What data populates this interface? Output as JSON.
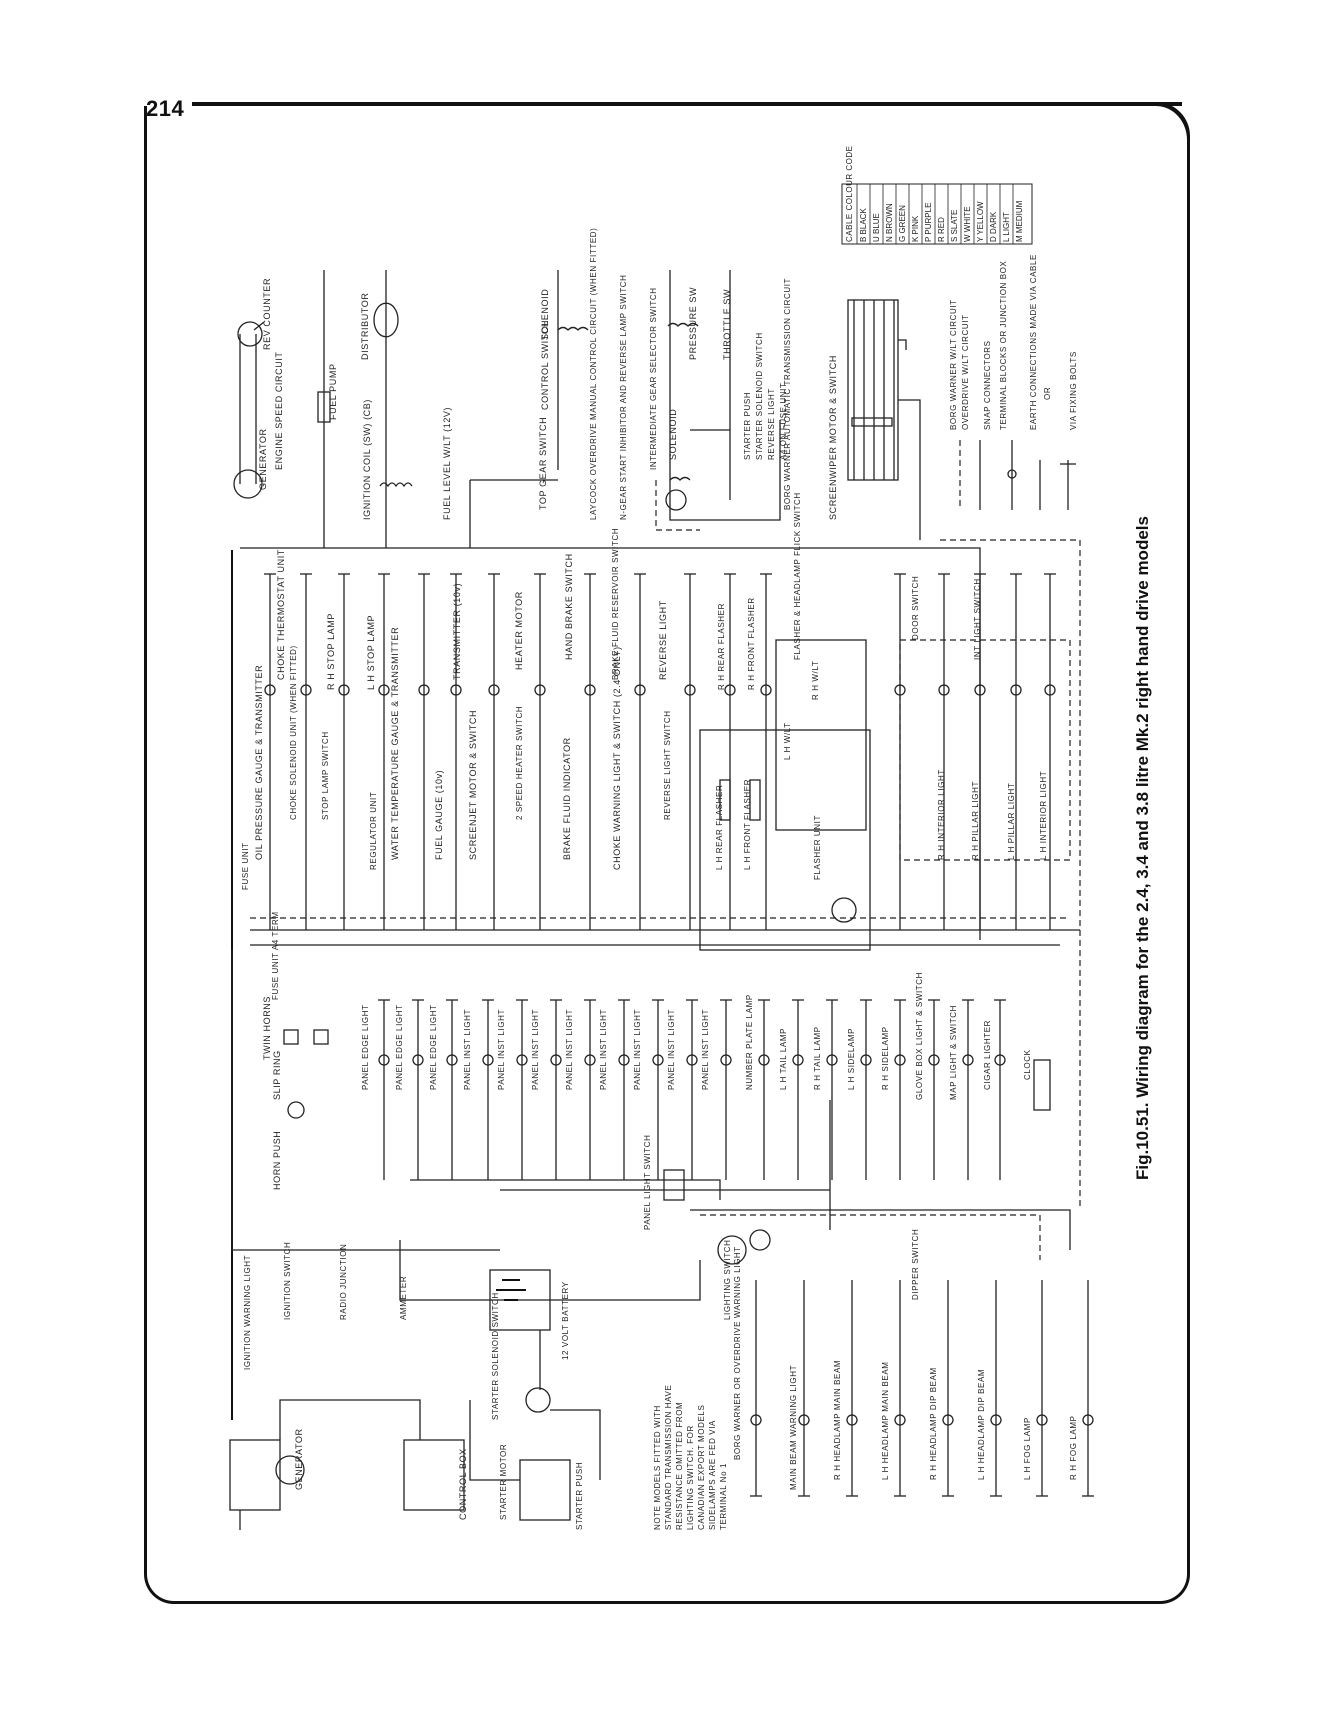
{
  "page": {
    "number": "214"
  },
  "figure": {
    "caption": "Fig.10.51. Wiring diagram for the 2.4, 3.4 and 3.8 litre Mk.2 right hand drive models"
  },
  "cable_colour_code": {
    "title": "CABLE COLOUR CODE",
    "entries": [
      {
        "code": "B",
        "colour": "BLACK"
      },
      {
        "code": "U",
        "colour": "BLUE"
      },
      {
        "code": "N",
        "colour": "BROWN"
      },
      {
        "code": "G",
        "colour": "GREEN"
      },
      {
        "code": "K",
        "colour": "PINK"
      },
      {
        "code": "P",
        "colour": "PURPLE"
      },
      {
        "code": "R",
        "colour": "RED"
      },
      {
        "code": "S",
        "colour": "SLATE"
      },
      {
        "code": "W",
        "colour": "WHITE"
      },
      {
        "code": "Y",
        "colour": "YELLOW"
      },
      {
        "code": "D",
        "colour": "DARK"
      },
      {
        "code": "L",
        "colour": "LIGHT"
      },
      {
        "code": "M",
        "colour": "MEDIUM"
      }
    ]
  },
  "legend": {
    "items": [
      "BORG WARNER W/LT CIRCUIT",
      "OVERDRIVE W/LT CIRCUIT",
      "SNAP CONNECTORS",
      "TERMINAL BLOCKS OR JUNCTION BOX",
      "EARTH CONNECTIONS MADE VIA CABLE",
      "OR",
      "VIA FIXING BOLTS"
    ]
  },
  "note": "NOTE MODELS FITTED WITH STANDARD TRANSMISSION HAVE RESISTANCE OMITTED FROM LIGHTING SWITCH. FOR CANADIAN EXPORT MODELS SIDELAMPS ARE FED VIA TERMINAL No 1",
  "components": {
    "top": [
      "GENERATOR",
      "ENGINE SPEED CIRCUIT",
      "REV COUNTER",
      "FUEL PUMP",
      "IGNITION COIL (SW) (CB)",
      "DISTRIBUTOR",
      "FUEL LEVEL W/LT (12V)",
      "TOP GEAR SWITCH",
      "CONTROL SWITCH",
      "SOLENOID",
      "LAYCOCK OVERDRIVE MANUAL CONTROL CIRCUIT (WHEN FITTED)",
      "N-GEAR START INHIBITOR AND REVERSE LAMP SWITCH",
      "INTERMEDIATE GEAR SELECTOR SWITCH",
      "SOLENOID",
      "PRESSURE SW",
      "THROTTLE SW",
      "STARTER PUSH",
      "STARTER SOLENOID SWITCH",
      "REVERSE LIGHT",
      "A4 ON FUSE UNIT",
      "BORG WARNER AUTOMATIC TRANSMISSION CIRCUIT",
      "SCREENWIPER MOTOR & SWITCH"
    ],
    "middle": [
      "OIL PRESSURE GAUGE & TRANSMITTER",
      "CHOKE THERMOSTAT UNIT",
      "CHOKE SOLENOID UNIT (WHEN FITTED)",
      "STOP LAMP SWITCH",
      "R H STOP LAMP",
      "L H STOP LAMP",
      "REGULATOR UNIT",
      "WATER TEMPERATURE GAUGE & TRANSMITTER",
      "FUEL GAUGE (10v)",
      "TRANSMITTER (10v)",
      "SCREENJET MOTOR & SWITCH",
      "2 SPEED HEATER SWITCH",
      "HEATER MOTOR",
      "BRAKE FLUID INDICATOR",
      "HAND BRAKE SWITCH",
      "BRAKE FLUID RESERVOIR SWITCH",
      "CHOKE WARNING LIGHT & SWITCH (2.4 ONLY)",
      "REVERSE LIGHT SWITCH",
      "REVERSE LIGHT",
      "L H REAR FLASHER",
      "L H FRONT FLASHER",
      "R H REAR FLASHER",
      "R H FRONT FLASHER",
      "FLASHER & HEADLAMP FLICK SWITCH",
      "L H W/LT",
      "R H W/LT",
      "FLASHER UNIT",
      "DOOR SWITCH",
      "INT LIGHT SWITCH",
      "R H INTERIOR LIGHT",
      "R H PILLAR LIGHT",
      "L H PILLAR LIGHT",
      "L H INTERIOR LIGHT",
      "FUSE UNIT"
    ],
    "lower": [
      "HORN PUSH",
      "SLIP RING",
      "TWIN HORNS",
      "FUSE UNIT A4 TERM",
      "PANEL EDGE LIGHT",
      "PANEL INST LIGHT",
      "NUMBER PLATE LAMP",
      "L H TAIL LAMP",
      "R H TAIL LAMP",
      "L H SIDELAMP",
      "R H SIDELAMP",
      "GLOVE BOX LIGHT & SWITCH",
      "MAP LIGHT & SWITCH",
      "CIGAR LIGHTER",
      "CLOCK",
      "PANEL LIGHT SWITCH"
    ],
    "bottom": [
      "GENERATOR",
      "CONTROL BOX",
      "IGNITION WARNING LIGHT",
      "IGNITION SWITCH",
      "RADIO JUNCTION",
      "AMMETER",
      "12 VOLT BATTERY",
      "STARTER SOLENOID SWITCH",
      "STARTER MOTOR",
      "STARTER PUSH",
      "LIGHTING SWITCH",
      "BORG WARNER OR OVERDRIVE WARNING LIGHT",
      "DIPPER SWITCH",
      "MAIN BEAM WARNING LIGHT",
      "R H HEADLAMP MAIN BEAM",
      "L H HEADLAMP MAIN BEAM",
      "R H HEADLAMP DIP BEAM",
      "L H HEADLAMP DIP BEAM",
      "L H FOG LAMP",
      "R H FOG LAMP"
    ]
  }
}
